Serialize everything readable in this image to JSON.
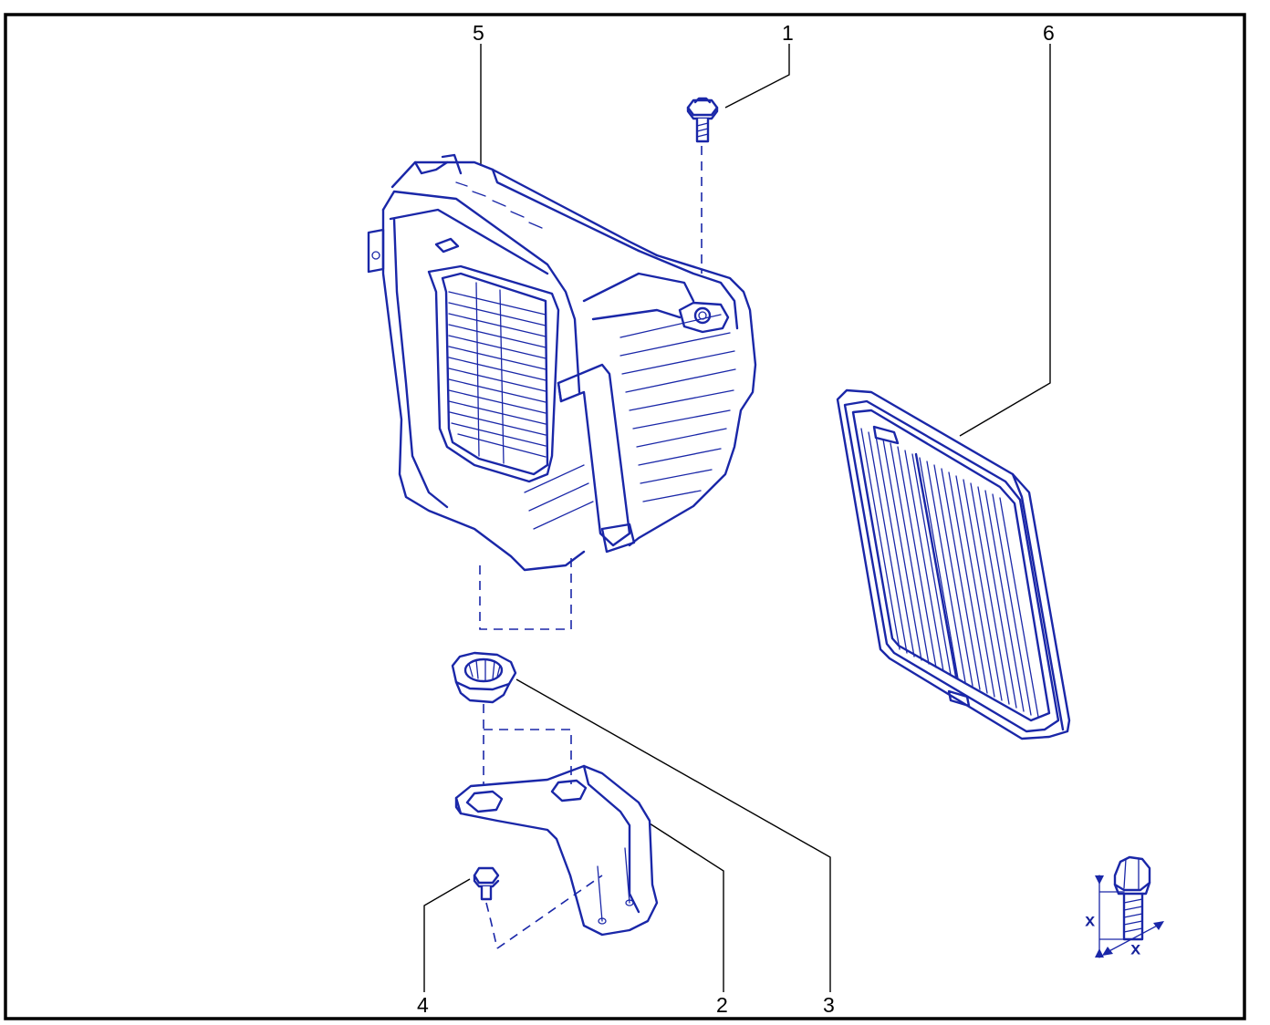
{
  "colors": {
    "line": "#1a27a8",
    "border": "#000000",
    "text": "#000000",
    "background": "#ffffff"
  },
  "callouts": {
    "c1": "1",
    "c2": "2",
    "c3": "3",
    "c4": "4",
    "c5": "5",
    "c6": "6"
  },
  "dimension_marks": {
    "vertical": "X",
    "horizontal": "X"
  },
  "icons": [
    "bolt-icon",
    "air-cleaner-housing-icon",
    "air-filter-element-icon",
    "grommet-icon",
    "mounting-bracket-icon",
    "torque-dimension-symbol-icon"
  ]
}
